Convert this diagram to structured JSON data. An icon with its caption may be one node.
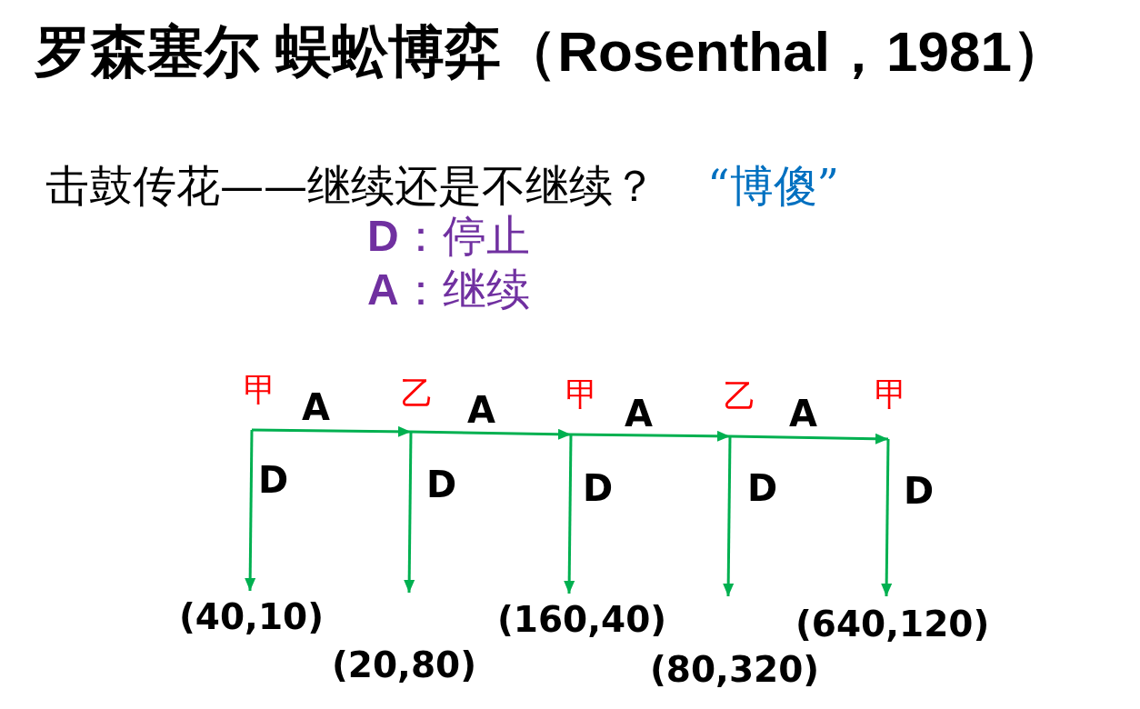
{
  "diagram": {
    "title": "罗森塞尔 蜈蚣博弈（Rosenthal，1981）",
    "nodes": [
      {
        "text": [
          "甲"
        ]
      },
      {
        "text": [
          "乙"
        ]
      },
      {
        "text": [
          "甲"
        ]
      },
      {
        "text": [
          "乙"
        ]
      },
      {
        "text": [
          "甲"
        ]
      },
      {
        "text": [
          "(40,10)"
        ]
      },
      {
        "text": [
          "(20,80)"
        ]
      },
      {
        "text": [
          "(160,40)"
        ]
      },
      {
        "text": [
          "(80,320)"
        ]
      },
      {
        "text": [
          "(640,120)"
        ]
      }
    ],
    "edges": [
      {
        "from": 0,
        "to": 1,
        "arrow": "to",
        "label": "A"
      },
      {
        "from": 1,
        "to": 2,
        "arrow": "to",
        "label": "A"
      },
      {
        "from": 2,
        "to": 3,
        "arrow": "to",
        "label": "A"
      },
      {
        "from": 3,
        "to": 4,
        "arrow": "to",
        "label": "A"
      },
      {
        "from": 0,
        "to": 5,
        "arrow": "to",
        "label": "D"
      },
      {
        "from": 1,
        "to": 6,
        "arrow": "to",
        "label": "D"
      },
      {
        "from": 2,
        "to": 7,
        "arrow": "to",
        "label": "D"
      },
      {
        "from": 3,
        "to": 8,
        "arrow": "to",
        "label": "D"
      },
      {
        "from": 4,
        "to": 9,
        "arrow": "to",
        "label": "D"
      }
    ],
    "labels": [
      "击鼓传花——继续还是不继续？",
      "“博傻”",
      "**D**：停止",
      "**A**：继续"
    ]
  }
}
